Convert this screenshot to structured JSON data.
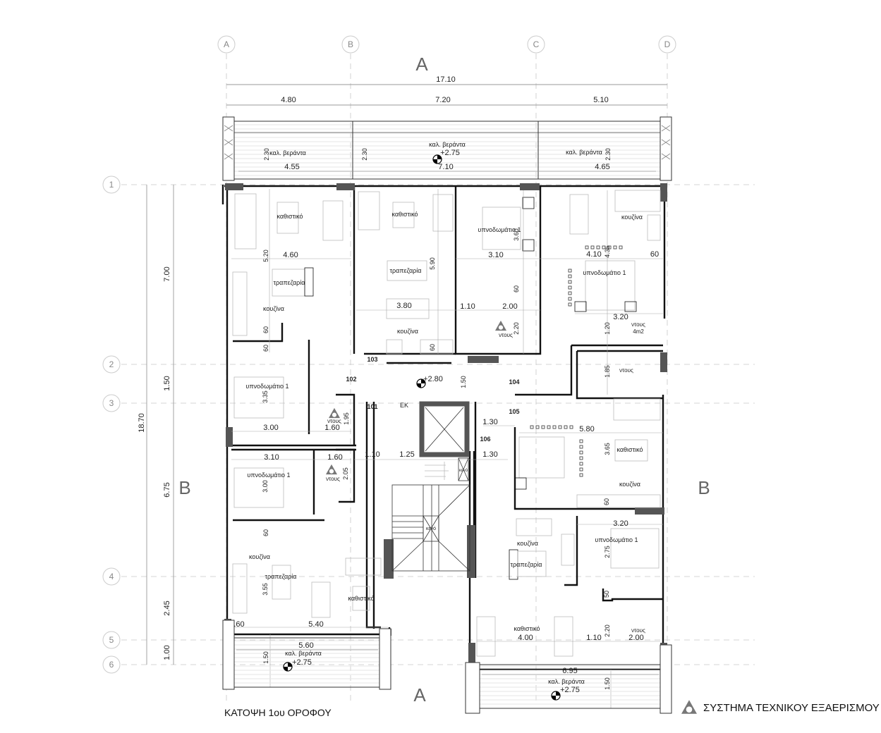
{
  "drawing": {
    "title": "ΚΑΤΟΨΗ 1ου ΟΡΟΦΟΥ",
    "legend": {
      "icon": "ventilation-triangle-icon",
      "label": "ΣΥΣΤΗΜΑ ΤΕΧΝΙΚΟΥ ΕΞΑΕΡΙΣΜΟΥ"
    },
    "colors": {
      "wall": "#111111",
      "column": "#555555",
      "grid": "#bbbbbb",
      "text": "#222222",
      "section": "#666666"
    }
  },
  "grid": {
    "columns": [
      "A",
      "B",
      "C",
      "D"
    ],
    "rows": [
      "1",
      "2",
      "3",
      "4",
      "5",
      "6"
    ]
  },
  "sections": {
    "a_top": "A",
    "a_bottom": "A",
    "b_left": "B",
    "b_right": "B"
  },
  "dimensions": {
    "overall_width": "17.10",
    "bays_x": [
      "4.80",
      "7.20",
      "5.10"
    ],
    "overall_depth": "18.70",
    "bays_y": [
      "7.00",
      "1.50",
      "6.75",
      "2.45",
      "1.00"
    ]
  },
  "top_balconies": [
    {
      "label": "καλ. βεράντα",
      "width": "4.55",
      "depth": "2.30"
    },
    {
      "label": "καλ. βεράντα",
      "width": "7.10",
      "depth": "2.30",
      "level": "+2.75"
    },
    {
      "label": "καλ. βεράντα",
      "width": "4.65",
      "depth": "2.30"
    }
  ],
  "bottom_balconies": [
    {
      "label": "καλ. βεράντα",
      "width": "5.60",
      "depth": "1.50",
      "level": "+2.75"
    },
    {
      "label": "καλ. βεράντα",
      "width": "6.95",
      "depth": "1.50",
      "level": "+2.75"
    }
  ],
  "apartment_nw": {
    "number": "102",
    "living": "καθιστικό",
    "dining": "τραπεζαρία",
    "kitchen": "κουζίνα",
    "bedroom": "υπνοδωμάτιο 1",
    "shower": "ντους",
    "dims": {
      "w_460": "4.60",
      "d_520": "5.20",
      "k60a": "60",
      "k60b": "60",
      "bed_d": "3.35",
      "bed_w": "3.00",
      "sh_w": "1.60",
      "sh_d": "1.95"
    }
  },
  "apartment_n": {
    "number": "103",
    "living": "καθιστικό",
    "dining": "τραπεζαρία",
    "kitchen": "κουζίνα",
    "bedroom": "υπνοδωμάτιο 1",
    "shower": "ντους",
    "dims": {
      "d_590": "5.90",
      "w_380": "3.80",
      "k60": "60",
      "bed_w": "3.10",
      "bed_d": "3.60",
      "c110": "1.10",
      "sh_w": "2.00",
      "sh_60": "60",
      "sh_d": "2.20"
    }
  },
  "apartment_ne": {
    "number": "104",
    "kitchen": "κουζίνα",
    "bedroom": "υπνοδωμάτιο 1",
    "shower": "ντους",
    "shower_area": "4m2",
    "dims": {
      "w_410": "4.10",
      "d_435": "4.35",
      "k60": "60",
      "w_320": "3.20",
      "d_120": "1.20",
      "sh2_d": "1.85"
    },
    "shower2": "ντους"
  },
  "apartment_e": {
    "number": "105",
    "living": "καθιστικό",
    "kitchen": "κουζίνα",
    "dims": {
      "w_580": "5.80",
      "d_365": "3.65",
      "k60": "60"
    }
  },
  "apartment_sw": {
    "number": "101",
    "bedroom": "υπνοδωμάτιο 1",
    "shower": "ντους",
    "kitchen": "κουζίνα",
    "dining": "τραπεζαρία",
    "living": "καθιστικό",
    "dims": {
      "bed_w": "3.10",
      "bed_d": "3.00",
      "sh_w": "1.60",
      "sh_d": "2.05",
      "k60": "60",
      "d_355": "3.55",
      "w_60": ".60",
      "w_540": "5.40",
      "c110": "1.10",
      "c125": "1.25"
    }
  },
  "apartment_se": {
    "number": "106",
    "kitchen": "κουζίνα",
    "dining": "τραπεζαρία",
    "bedroom": "υπνοδωμάτιο 1",
    "living": "καθιστικό",
    "shower": "ντους",
    "dims": {
      "w_320": "3.20",
      "d_275": "2.75",
      "c50": "50",
      "w_400": "4.00",
      "c110": "1.10",
      "d_220": "2.20",
      "sh_w": "2.00",
      "c130a": "1.30",
      "c130b": "1.30"
    }
  },
  "core": {
    "lift": "EK",
    "corridor_level": "+2.80",
    "corridor_dim": "1.50",
    "shaft_label": "κενό",
    "stair_void": "κενό"
  }
}
